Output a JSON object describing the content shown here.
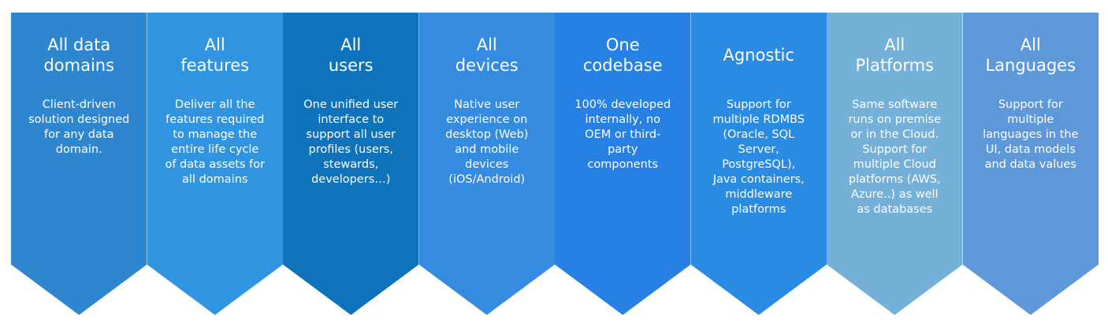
{
  "colors": {
    "chevron_fills": [
      "#2e86cf",
      "#3094e0",
      "#0f73bb",
      "#348be0",
      "#2781e4",
      "#2a8be3",
      "#74b0d8",
      "#5e98d9"
    ]
  },
  "chevrons": [
    {
      "title": "All data\ndomains",
      "description": "Client-driven\nsolution designed\nfor any data\ndomain."
    },
    {
      "title": "All\nfeatures",
      "description": "Deliver all the\nfeatures required\nto manage the\nentire life cycle\nof data assets for\nall domains"
    },
    {
      "title": "All\nusers",
      "description": "One unified user\ninterface to\nsupport all user\nprofiles (users,\nstewards,\ndevelopers…)"
    },
    {
      "title": "All\ndevices",
      "description": "Native user\nexperience on\ndesktop (Web)\nand mobile\ndevices\n(iOS/Android)"
    },
    {
      "title": "One\ncodebase",
      "description": "100% developed\ninternally, no\nOEM or third-\nparty\ncomponents"
    },
    {
      "title": "Agnostic",
      "description": "Support for\nmultiple RDMBS\n(Oracle, SQL\nServer,\nPostgreSQL),\nJava containers,\nmiddleware\nplatforms"
    },
    {
      "title": "All\nPlatforms",
      "description": "Same software\nruns on premise\nor in the Cloud.\nSupport for\nmultiple Cloud\nplatforms (AWS,\nAzure..) as well\nas databases"
    },
    {
      "title": "All\nLanguages",
      "description": "Support for\nmultiple\nlanguages in the\nUI, data models\nand data values"
    }
  ]
}
